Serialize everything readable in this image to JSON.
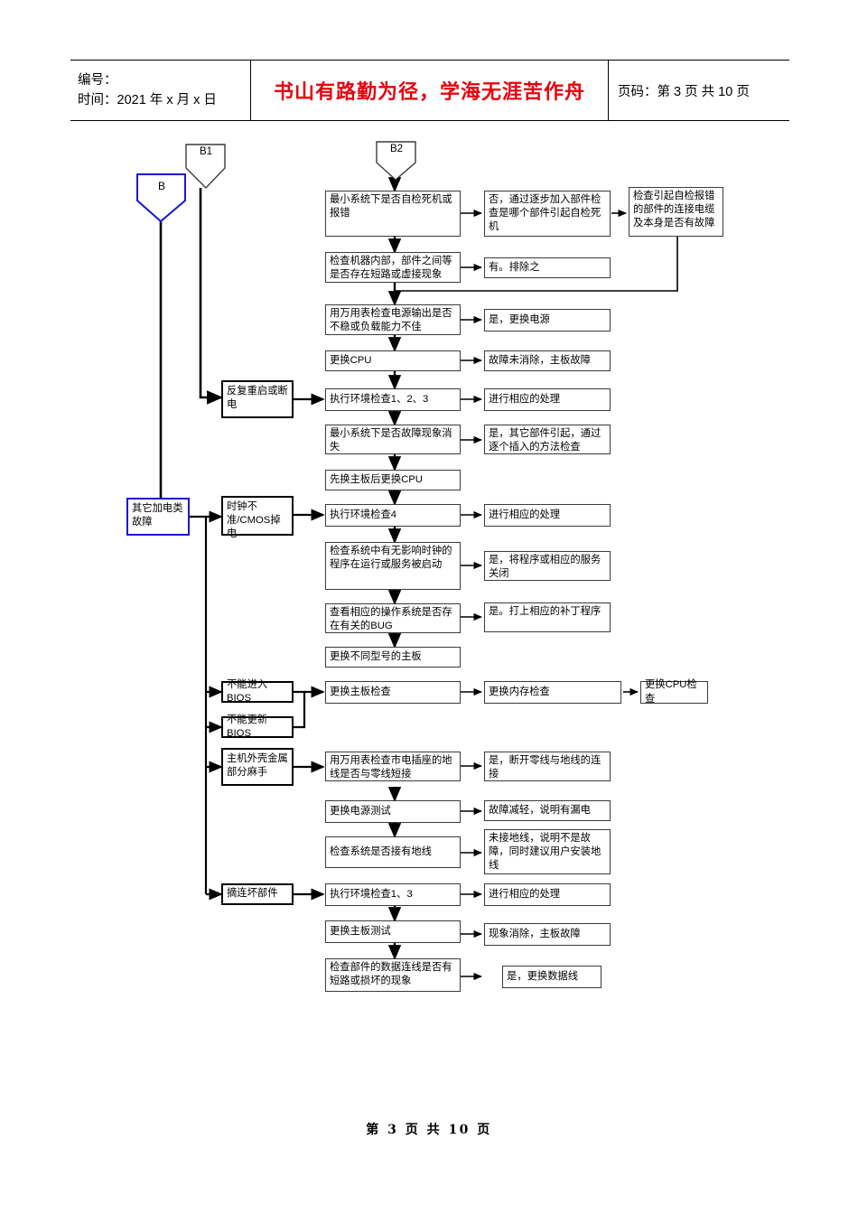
{
  "header": {
    "id_label": "编号：",
    "time_label": "时间：2021 年 x 月 x 日",
    "motto": "书山有路勤为径，学海无涯苦作舟",
    "page_label": "页码：第 3 页  共 10 页"
  },
  "footer": {
    "text": "第 3 页 共 10 页"
  },
  "connectors": [
    {
      "id": "B",
      "label": "B",
      "color": "#1818d0"
    },
    {
      "id": "B1",
      "label": "B1",
      "color": "#3b3b3b"
    },
    {
      "id": "B2",
      "label": "B2",
      "color": "#3b3b3b"
    }
  ],
  "nodes": {
    "root": "其它加电类故障",
    "br_restart": "反复重启或断电",
    "br_clock": "时钟不准/CMOS掉电",
    "br_no_enter_bios": "不能进入BIOS",
    "br_no_update_bios": "不能更新BIOS",
    "br_case_shock": "主机外壳金属部分麻手",
    "br_broken_parts": "摘连坏部件",
    "s1": "最小系统下是否自检死机或报错",
    "s1r": "否，通过逐步加入部件检查是哪个部件引起自检死机",
    "s1rr": "检查引起自检报错的部件的连接电缆及本身是否有故障",
    "s2": "检查机器内部，部件之间等是否存在短路或虚接现象",
    "s2r": "有。排除之",
    "s3": "用万用表检查电源输出是否不稳或负载能力不佳",
    "s3r": "是，更换电源",
    "s4": "更换CPU",
    "s4r": "故障未消除，主板故障",
    "s5": "执行环境检查1、2、3",
    "s5r": "进行相应的处理",
    "s6": "最小系统下是否故障现象消失",
    "s6r": "是，其它部件引起，通过逐个插入的方法检查",
    "s7": "先换主板后更换CPU",
    "s8": "执行环境检查4",
    "s8r": "进行相应的处理",
    "s9": "检查系统中有无影响时钟的程序在运行或服务被启动",
    "s9r": "是，将程序或相应的服务关闭",
    "s10": "查看相应的操作系统是否存在有关的BUG",
    "s10r": "是。打上相应的补丁程序",
    "s11": "更换不同型号的主板",
    "s12": "更换主板检查",
    "s12r": "更换内存检查",
    "s12rr": "更换CPU检查",
    "s13": "用万用表检查市电插座的地线是否与零线短接",
    "s13r": "是，断开零线与地线的连接",
    "s14": "更换电源测试",
    "s14r": "故障减轻，说明有漏电",
    "s15": "检查系统是否接有地线",
    "s15r": "未接地线，说明不是故障，同时建议用户安装地线",
    "s16": "执行环境检查1、3",
    "s16r": "进行相应的处理",
    "s17": "更换主板测试",
    "s17r": "现象消除，主板故障",
    "s18": "检查部件的数据连线是否有短路或损坏的现象",
    "s18r": "是，更换数据线"
  }
}
